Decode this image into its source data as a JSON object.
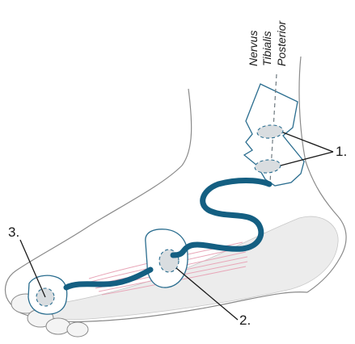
{
  "labels": {
    "electrode_1": "1.",
    "electrode_2": "2.",
    "electrode_3": "3.",
    "nerve_line1": "Nervus",
    "nerve_line2": "Tibialis",
    "nerve_line3": "Posterior"
  },
  "colors": {
    "outline": "#2a6d8f",
    "lead": "#145f82",
    "skin_line": "#8a8a8a",
    "sole_fill": "#ececec",
    "muscle": "#e8a6b8",
    "electrode_fill": "#d9dde0"
  }
}
